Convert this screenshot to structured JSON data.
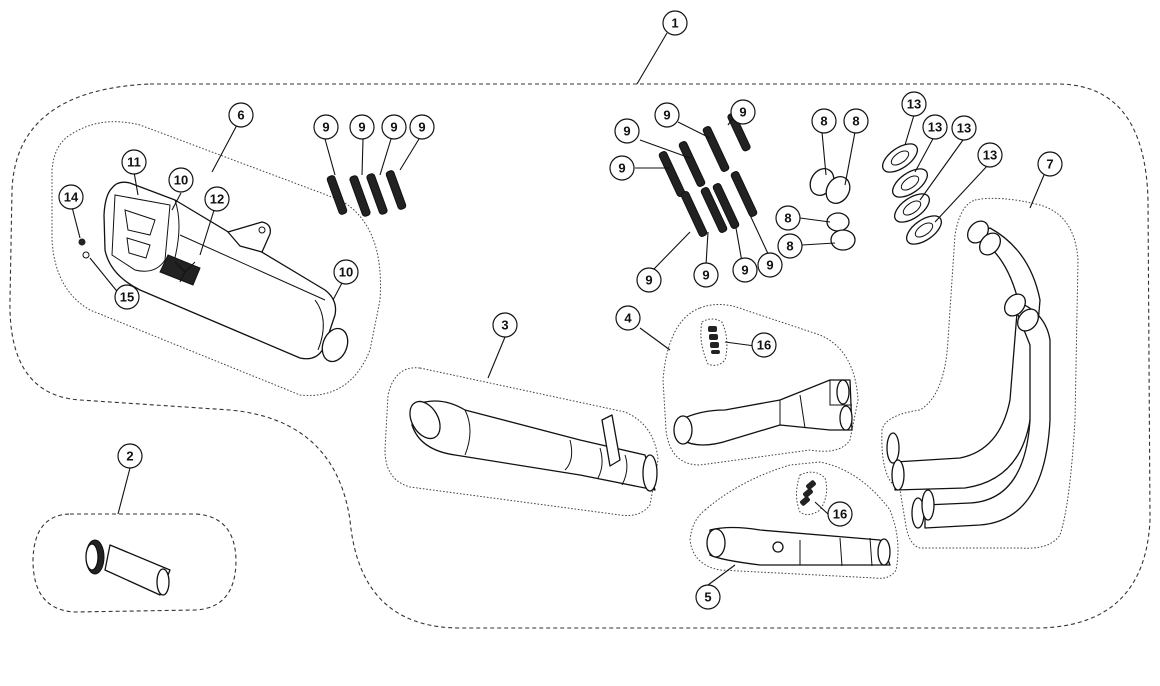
{
  "diagram": {
    "title": "Exhaust system exploded parts diagram",
    "callouts": [
      {
        "id": "c1",
        "label": "1"
      },
      {
        "id": "c2",
        "label": "2"
      },
      {
        "id": "c3",
        "label": "3"
      },
      {
        "id": "c4",
        "label": "4"
      },
      {
        "id": "c5",
        "label": "5"
      },
      {
        "id": "c6",
        "label": "6"
      },
      {
        "id": "c7",
        "label": "7"
      },
      {
        "id": "c8a",
        "label": "8"
      },
      {
        "id": "c8b",
        "label": "8"
      },
      {
        "id": "c8c",
        "label": "8"
      },
      {
        "id": "c8d",
        "label": "8"
      },
      {
        "id": "c9a",
        "label": "9"
      },
      {
        "id": "c9b",
        "label": "9"
      },
      {
        "id": "c9c",
        "label": "9"
      },
      {
        "id": "c9d",
        "label": "9"
      },
      {
        "id": "c9e",
        "label": "9"
      },
      {
        "id": "c9f",
        "label": "9"
      },
      {
        "id": "c9g",
        "label": "9"
      },
      {
        "id": "c9h",
        "label": "9"
      },
      {
        "id": "c9i",
        "label": "9"
      },
      {
        "id": "c9j",
        "label": "9"
      },
      {
        "id": "c9k",
        "label": "9"
      },
      {
        "id": "c9l",
        "label": "9"
      },
      {
        "id": "c10a",
        "label": "10"
      },
      {
        "id": "c10b",
        "label": "10"
      },
      {
        "id": "c11",
        "label": "11"
      },
      {
        "id": "c12",
        "label": "12"
      },
      {
        "id": "c13a",
        "label": "13"
      },
      {
        "id": "c13b",
        "label": "13"
      },
      {
        "id": "c13c",
        "label": "13"
      },
      {
        "id": "c13d",
        "label": "13"
      },
      {
        "id": "c14",
        "label": "14"
      },
      {
        "id": "c15",
        "label": "15"
      },
      {
        "id": "c16a",
        "label": "16"
      },
      {
        "id": "c16b",
        "label": "16"
      }
    ],
    "colors": {
      "line": "#111111",
      "background": "#ffffff"
    }
  }
}
